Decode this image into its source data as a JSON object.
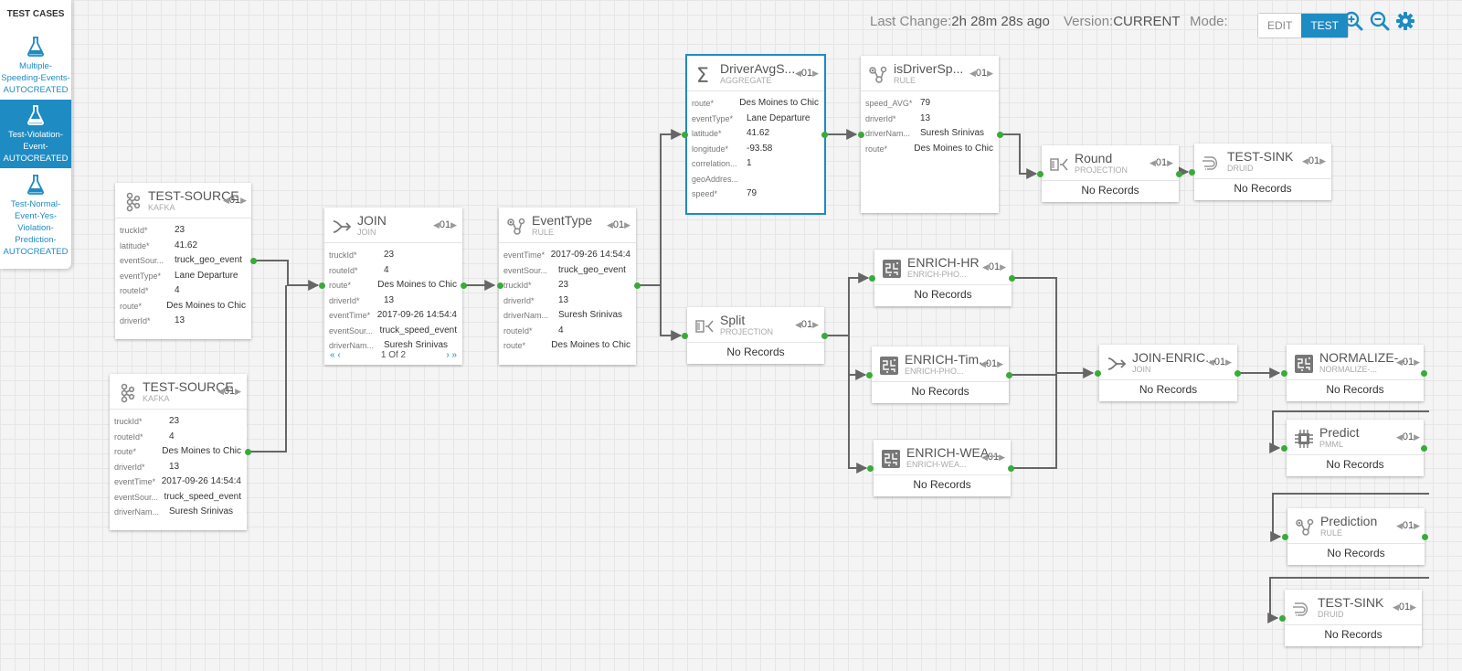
{
  "sidebar": {
    "title": "TEST CASES",
    "items": [
      {
        "label": "Multiple-Speeding-Events-AUTOCREATED",
        "lines": [
          "Multiple-",
          "Speeding-Events-",
          "AUTOCREATED"
        ],
        "active": false
      },
      {
        "label": "Test-Violation-Event-AUTOCREATED",
        "lines": [
          "Test-Violation-",
          "Event-",
          "AUTOCREATED"
        ],
        "active": true
      },
      {
        "label": "Test-Normal-Event-Yes-Violation-Prediction-AUTOCREATED",
        "lines": [
          "Test-Normal-",
          "Event-Yes-",
          "Violation-",
          "Prediction-",
          "AUTOCREATED"
        ],
        "active": false
      }
    ]
  },
  "header": {
    "last_change_label": "Last Change:",
    "last_change_value": "2h 28m 28s ago",
    "version_label": "Version:",
    "version_value": "CURRENT",
    "mode_label": "Mode:",
    "mode_edit": "EDIT",
    "mode_test": "TEST",
    "icons": [
      "zoom-in-icon",
      "zoom-out-icon",
      "gear-icon"
    ]
  },
  "colors": {
    "accent": "#1e8bc3",
    "port": "#3aaa3a",
    "edge": "#666666"
  },
  "nodes": [
    {
      "id": "source1",
      "title": "TEST-SOURCE",
      "type": "KAFKA",
      "icon": "kafka-icon",
      "page": "01",
      "rows": [
        [
          "truckId*",
          "23"
        ],
        [
          "latitude*",
          "41.62"
        ],
        [
          "eventSour...",
          "truck_geo_event"
        ],
        [
          "eventType*",
          "Lane Departure"
        ],
        [
          "routeId*",
          "4"
        ],
        [
          "route*",
          "Des Moines to Chic"
        ],
        [
          "driverId*",
          "13"
        ]
      ]
    },
    {
      "id": "source2",
      "title": "TEST-SOURCE",
      "type": "KAFKA",
      "icon": "kafka-icon",
      "page": "01",
      "rows": [
        [
          "truckId*",
          "23"
        ],
        [
          "routeId*",
          "4"
        ],
        [
          "route*",
          "Des Moines to Chic"
        ],
        [
          "driverId*",
          "13"
        ],
        [
          "eventTime*",
          "2017-09-26 14:54:4"
        ],
        [
          "eventSour...",
          "truck_speed_event"
        ],
        [
          "driverNam...",
          "Suresh Srinivas"
        ]
      ]
    },
    {
      "id": "join",
      "title": "JOIN",
      "type": "JOIN",
      "icon": "join-icon",
      "page": "01",
      "rows": [
        [
          "truckId*",
          "23"
        ],
        [
          "routeId*",
          "4"
        ],
        [
          "route*",
          "Des Moines to Chic"
        ],
        [
          "driverId*",
          "13"
        ],
        [
          "eventTime*",
          "2017-09-26 14:54:4"
        ],
        [
          "eventSour...",
          "truck_speed_event"
        ],
        [
          "driverNam...",
          "Suresh Srinivas"
        ]
      ],
      "pager": {
        "left": "« ‹",
        "center": "1 Of 2",
        "right": "› »"
      }
    },
    {
      "id": "eventtype",
      "title": "EventType",
      "type": "RULE",
      "icon": "rule-icon",
      "page": "01",
      "rows": [
        [
          "eventTime*",
          "2017-09-26 14:54:4"
        ],
        [
          "eventSour...",
          "truck_geo_event"
        ],
        [
          "truckId*",
          "23"
        ],
        [
          "driverId*",
          "13"
        ],
        [
          "driverNam...",
          "Suresh Srinivas"
        ],
        [
          "routeId*",
          "4"
        ],
        [
          "route*",
          "Des Moines to Chic"
        ]
      ]
    },
    {
      "id": "aggregate",
      "title": "DriverAvgS...",
      "type": "AGGREGATE",
      "icon": "sigma-icon",
      "page": "01",
      "rows": [
        [
          "route*",
          "Des Moines to Chic"
        ],
        [
          "eventType*",
          "Lane Departure"
        ],
        [
          "latitude*",
          "41.62"
        ],
        [
          "longitude*",
          "-93.58"
        ],
        [
          "correlation...",
          "1"
        ],
        [
          "geoAddres...",
          ""
        ],
        [
          "speed*",
          "79"
        ]
      ]
    },
    {
      "id": "isdriver",
      "title": "isDriverSp...",
      "type": "RULE",
      "icon": "rule-icon",
      "page": "01",
      "rows": [
        [
          "speed_AVG*",
          "79"
        ],
        [
          "driverId*",
          "13"
        ],
        [
          "driverNam...",
          "Suresh Srinivas"
        ],
        [
          "route*",
          "Des Moines to Chic"
        ]
      ]
    },
    {
      "id": "round",
      "title": "Round",
      "type": "PROJECTION",
      "icon": "projection-icon",
      "page": "01",
      "no_records": "No Records"
    },
    {
      "id": "sink1",
      "title": "TEST-SINK",
      "type": "DRUID",
      "icon": "druid-icon",
      "page": "01",
      "no_records": "No Records"
    },
    {
      "id": "split",
      "title": "Split",
      "type": "PROJECTION",
      "icon": "projection-icon",
      "page": "01",
      "no_records": "No Records"
    },
    {
      "id": "enrichhr",
      "title": "ENRICH-HR",
      "type": "ENRICH-PHO...",
      "icon": "enrich-icon",
      "page": "01",
      "no_records": "No Records"
    },
    {
      "id": "enrichtim",
      "title": "ENRICH-Tim...",
      "type": "ENRICH-PHO...",
      "icon": "enrich-icon",
      "page": "01",
      "no_records": "No Records"
    },
    {
      "id": "enrichwea",
      "title": "ENRICH-WEA...",
      "type": "ENRICH-WEA...",
      "icon": "enrich-icon",
      "page": "01",
      "no_records": "No Records"
    },
    {
      "id": "joinenrich",
      "title": "JOIN-ENRIC...",
      "type": "JOIN",
      "icon": "join-icon",
      "page": "01",
      "no_records": "No Records"
    },
    {
      "id": "normalize",
      "title": "NORMALIZE-...",
      "type": "NORMALIZE-...",
      "icon": "enrich-icon",
      "page": "01",
      "no_records": "No Records"
    },
    {
      "id": "predict",
      "title": "Predict",
      "type": "PMML",
      "icon": "chip-icon",
      "page": "01",
      "no_records": "No Records"
    },
    {
      "id": "prediction",
      "title": "Prediction",
      "type": "RULE",
      "icon": "rule-icon",
      "page": "01",
      "no_records": "No Records"
    },
    {
      "id": "sink2",
      "title": "TEST-SINK",
      "type": "DRUID",
      "icon": "druid-icon",
      "page": "01",
      "no_records": "No Records"
    }
  ]
}
